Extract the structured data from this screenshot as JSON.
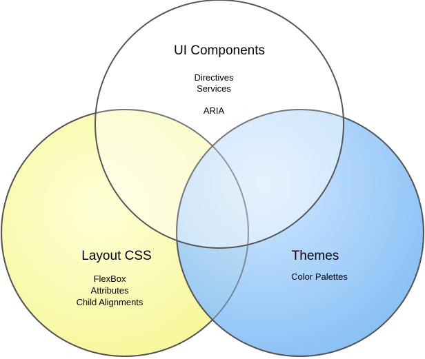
{
  "diagram": {
    "sets": [
      {
        "id": "ui-components",
        "title": "UI Components",
        "items": [
          "Directives",
          "Services",
          "",
          "ARIA"
        ],
        "fill": "#ffffff",
        "stroke": "#555555"
      },
      {
        "id": "layout-css",
        "title": "Layout CSS",
        "items": [
          "FlexBox",
          "Attributes",
          "Child Alignments"
        ],
        "fill": "#ffffaa",
        "stroke": "#555555"
      },
      {
        "id": "themes",
        "title": "Themes",
        "items": [
          "Color Palettes"
        ],
        "fill": "#7fbfff",
        "stroke": "#555555"
      }
    ]
  }
}
